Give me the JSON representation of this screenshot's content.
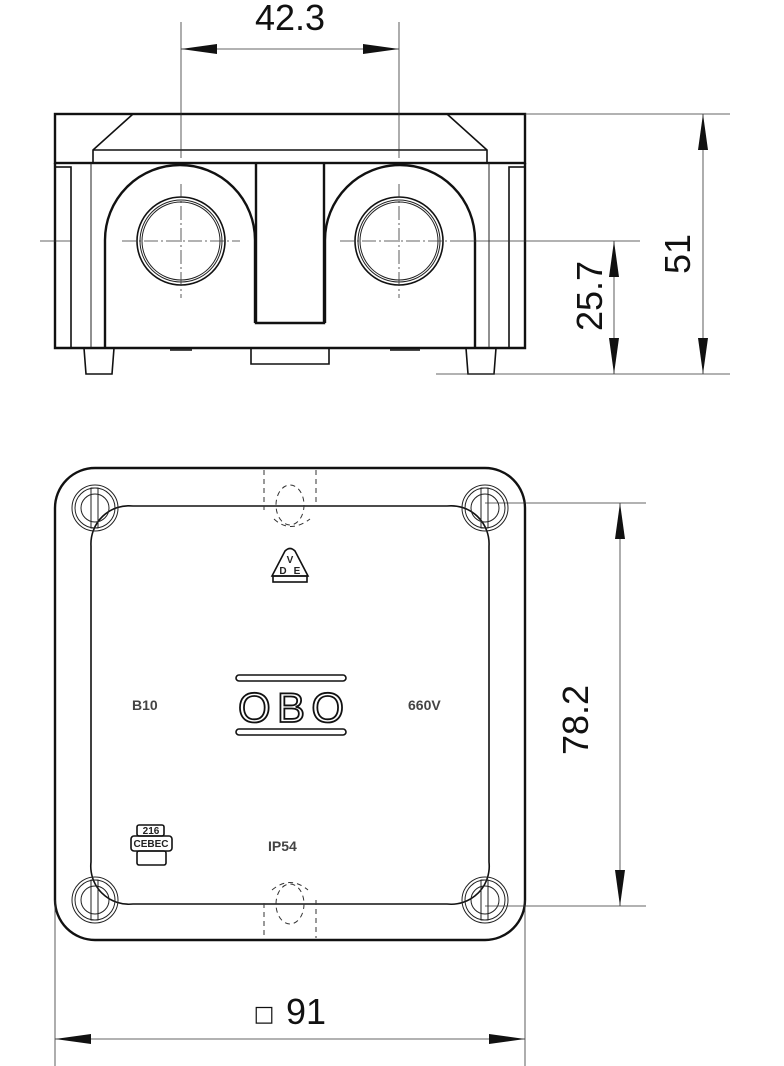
{
  "drawing": {
    "title": "Junction box technical drawing",
    "views": [
      "front-elevation",
      "top-plan"
    ]
  },
  "dimensions": {
    "entry_spacing": "42.3",
    "overall_height": "51",
    "entry_center_height": "25.7",
    "fixing_hole_spacing": "78.2",
    "square_size_symbol": "□",
    "square_size": "91"
  },
  "markings": {
    "class": "B10",
    "voltage": "660V",
    "protection": "IP54",
    "brand_logo": "OBO",
    "cert_vde": {
      "top": "V",
      "left": "D",
      "right": "E"
    },
    "cert_cebec": {
      "number": "216",
      "name": "CEBEC"
    }
  },
  "colors": {
    "line": "#111111",
    "background": "#ffffff",
    "marking": "#444444"
  }
}
